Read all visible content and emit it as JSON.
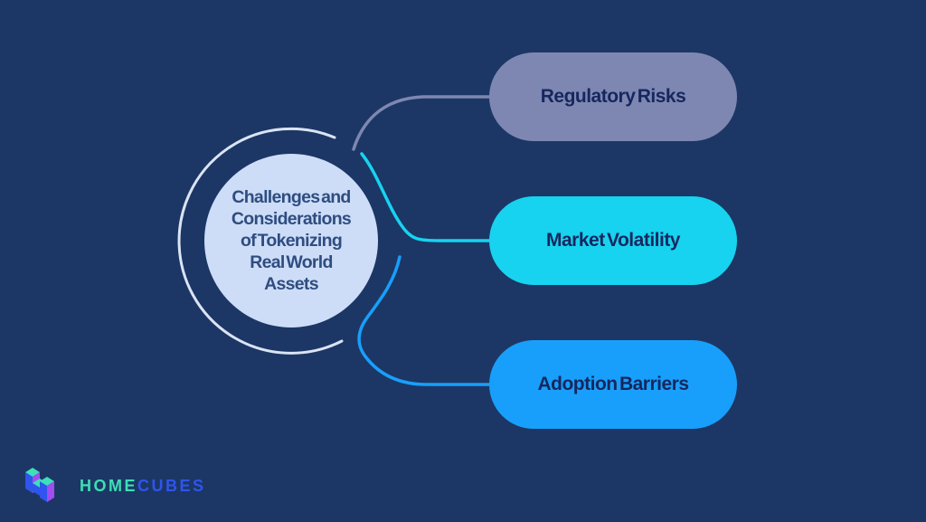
{
  "canvas": {
    "background_color": "#1c3765"
  },
  "center_node": {
    "text_lines": [
      "Challenges and",
      "Considerations",
      "of Tokenizing",
      "Real World",
      "Assets"
    ],
    "fill_color": "#cdddf8",
    "text_color": "#2f4d80",
    "ring_color": "#dbe4f5"
  },
  "nodes": [
    {
      "id": "regulatory-risks",
      "label": "Regulatory Risks",
      "fill_color": "#7e87b2",
      "connector_color": "#7e87b2",
      "text_color": "#16275e"
    },
    {
      "id": "market-volatility",
      "label": "Market Volatility",
      "fill_color": "#17d3f0",
      "connector_color": "#17d3f0",
      "text_color": "#16275e"
    },
    {
      "id": "adoption-barriers",
      "label": "Adoption Barriers",
      "fill_color": "#189ffb",
      "connector_color": "#189ffb",
      "text_color": "#16275e"
    }
  ],
  "logo": {
    "brand_primary": "HOME",
    "brand_secondary": "CUBES",
    "primary_color": "#3cdfb5",
    "secondary_color": "#2e55ec",
    "icon_colors": {
      "top": "#3ce0ba",
      "left": "#2e55ec",
      "right": "#a14df2"
    }
  }
}
